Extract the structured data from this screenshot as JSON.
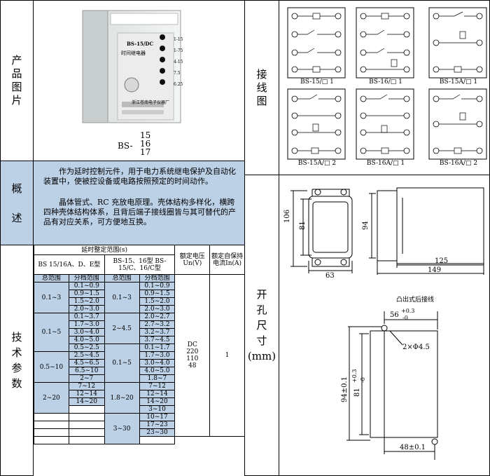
{
  "labels": {
    "product_image": [
      "产",
      "品",
      "图",
      "片"
    ],
    "overview": [
      "概",
      "述"
    ],
    "tech": [
      "技",
      "术",
      "参",
      "数"
    ],
    "wiring": [
      "接",
      "线",
      "图"
    ],
    "dimensions": [
      "开",
      "孔",
      "尺",
      "寸"
    ],
    "dimensions_unit": "(mm)"
  },
  "product": {
    "model_prefix": "BS-",
    "models": [
      "15",
      "16",
      "17"
    ],
    "device_label_top": "BS-15/DC",
    "device_label_sub": "时间继电器",
    "device_scale": [
      "1-15",
      "1-75",
      "4-15",
      "7.5",
      "6.25"
    ],
    "device_maker": "浙江苍南电子仪器厂"
  },
  "overview": {
    "para1": "作为延时控制元件，用于电力系统继电保护及自动化装置中，使被控设备或电路按照预定的时间动作。",
    "para2": "晶体管式、RC 充放电原理。壳体结构多样化，横跨四种壳体结构体系，且背后端子接线圈皆与其可替代的产品有对应关系，可方便地互换。"
  },
  "spec": {
    "header_range": "延时整定范围(s)",
    "header_voltage": "额定电压Un(V)",
    "header_current": "额定自保持电流In(A)",
    "group1": "BS 15/16A、D、E型",
    "group2": "BS-15、16型 BS-15/C、16/C型",
    "col_total": "总范围",
    "col_step": "分档范围",
    "g1_totals": [
      "0.1~3",
      "0.1~5",
      "0.5~10",
      "2~20"
    ],
    "g1_steps": [
      "0.1~0.9",
      "0.9~1.5",
      "1.5~2.0",
      "2.0~3.0",
      "0.1~3.7",
      "1.7~3.0",
      "3.0~4.0",
      "4.0~5.0",
      "0.5~2.5",
      "2.5~4.5",
      "4.5~6.5",
      "6.5~10",
      "2~7",
      "7~12",
      "12~14",
      "14~20"
    ],
    "g2_totals": [
      "0.1~3",
      "2~4.5",
      "0.1~5",
      "1.8~20",
      "3~30"
    ],
    "g2_steps": [
      "0.1~0.9",
      "0.9~1.5",
      "1.5~2.0",
      "2.0~3.0",
      "2.0~2.7",
      "2.7~3.2",
      "3.2~3.7",
      "3.7~4.5",
      "0.1~1.7",
      "1.7~3.0",
      "3.0~4.0",
      "4.0~5.0",
      "1.8~7",
      "7~12",
      "12~14",
      "14~20",
      "3~10",
      "10~17",
      "17~23",
      "23~30"
    ],
    "voltage": [
      "DC",
      "220",
      "110",
      "48"
    ],
    "current": "1"
  },
  "wiring": {
    "labels": [
      "BS-15/□ 1",
      "BS-16/□ 1",
      "BS-15A/□ 1",
      "BS-15A/□ 2",
      "BS-16A/□ 1",
      "BS-16A/□ 2"
    ]
  },
  "dims": {
    "front_w": "63",
    "front_h_outer": "106",
    "front_h_inner": "81",
    "side_h": "94",
    "side_depth": "125",
    "side_total": "149",
    "cutout_title": "凸出式后接线",
    "cutout_w": "56",
    "cutout_w_tol_up": "+0.3",
    "cutout_w_tol_low": "-0",
    "holes": "2×Φ4.5",
    "cutout_h": "94±0.1",
    "cutout_h2": "81",
    "cutout_h2_tol_up": "+0.3",
    "cutout_h2_tol_low": "-0",
    "cutout_pitch": "48±0.1"
  }
}
